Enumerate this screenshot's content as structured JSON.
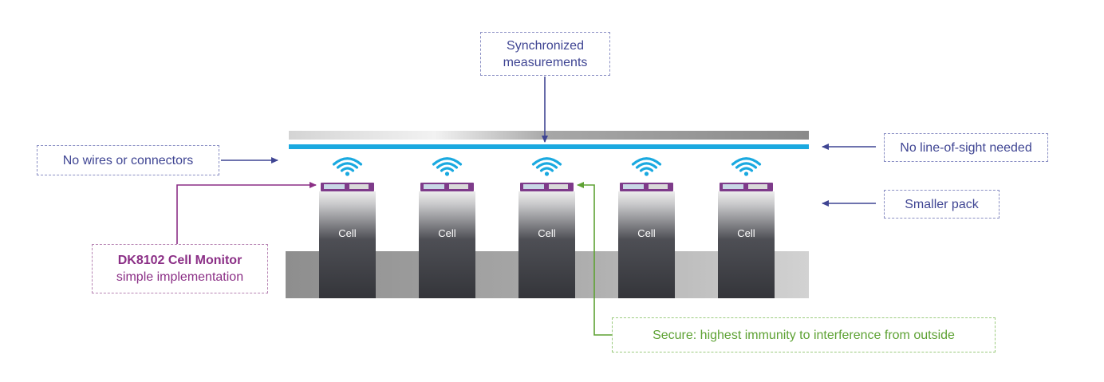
{
  "labels": {
    "synchronized_line1": "Synchronized",
    "synchronized_line2": "measurements",
    "no_wires": "No wires or connectors",
    "no_line_of_sight": "No line-of-sight needed",
    "smaller_pack": "Smaller pack",
    "cell_monitor_line1": "DK8102 Cell Monitor",
    "cell_monitor_line2": "simple implementation",
    "secure": "Secure: highest immunity to interference from outside"
  },
  "cells": [
    {
      "label": "Cell"
    },
    {
      "label": "Cell"
    },
    {
      "label": "Cell"
    },
    {
      "label": "Cell"
    },
    {
      "label": "Cell"
    }
  ],
  "icons": {
    "wireless": "wifi-icon",
    "arrow": "arrow-icon"
  },
  "colors": {
    "label_blue": "#3f4593",
    "cell_monitor_purple": "#8b2f86",
    "secure_green": "#5ea234",
    "wireless_cyan": "#1aa9e0",
    "bus_cyan": "#1aa9e0",
    "cell_dark": "#3e3f45",
    "pack_base_gray": "#b5b5b5"
  }
}
